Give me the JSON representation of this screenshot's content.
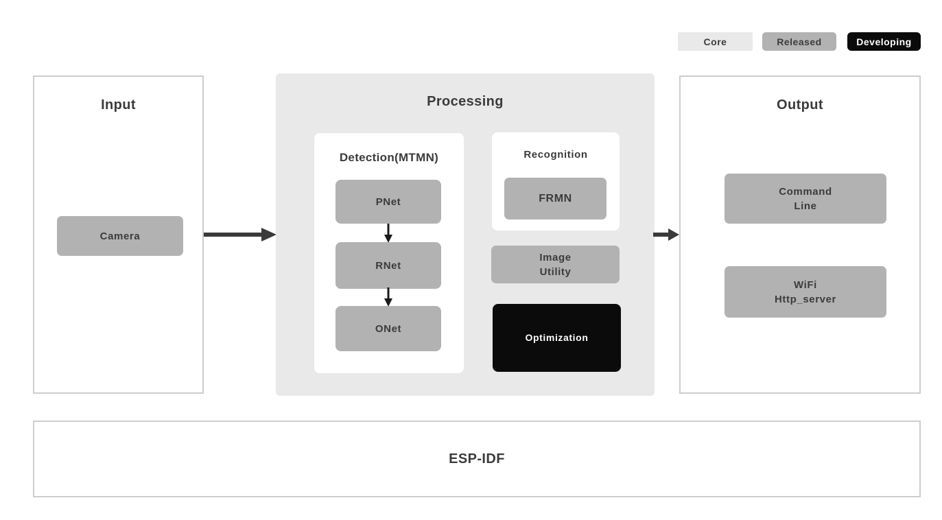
{
  "legend": {
    "core": "Core",
    "released": "Released",
    "developing": "Developing"
  },
  "colors": {
    "core_bg": "#e9e9e9",
    "released_bg": "#b2b2b2",
    "developing_bg": "#0b0b0b",
    "node_gray": "#b2b2b2",
    "panel_border": "#cdcdcd",
    "processing_bg": "#e9e9e9",
    "text": "#3b3b3b",
    "arrow": "#3a3a3a",
    "arrow_dark": "#1a1a1a"
  },
  "input": {
    "title": "Input",
    "camera": "Camera"
  },
  "processing": {
    "title": "Processing",
    "detection": {
      "title": "Detection(MTMN)",
      "pnet": "PNet",
      "rnet": "RNet",
      "onet": "ONet"
    },
    "recognition": {
      "title": "Recognition",
      "frmn": "FRMN"
    },
    "image_utility": {
      "line1": "Image",
      "line2": "Utility"
    },
    "optimization": "Optimization"
  },
  "output": {
    "title": "Output",
    "command_line": {
      "line1": "Command",
      "line2": "Line"
    },
    "wifi": {
      "line1": "WiFi",
      "line2": "Http_server"
    }
  },
  "base": {
    "title": "ESP-IDF"
  }
}
